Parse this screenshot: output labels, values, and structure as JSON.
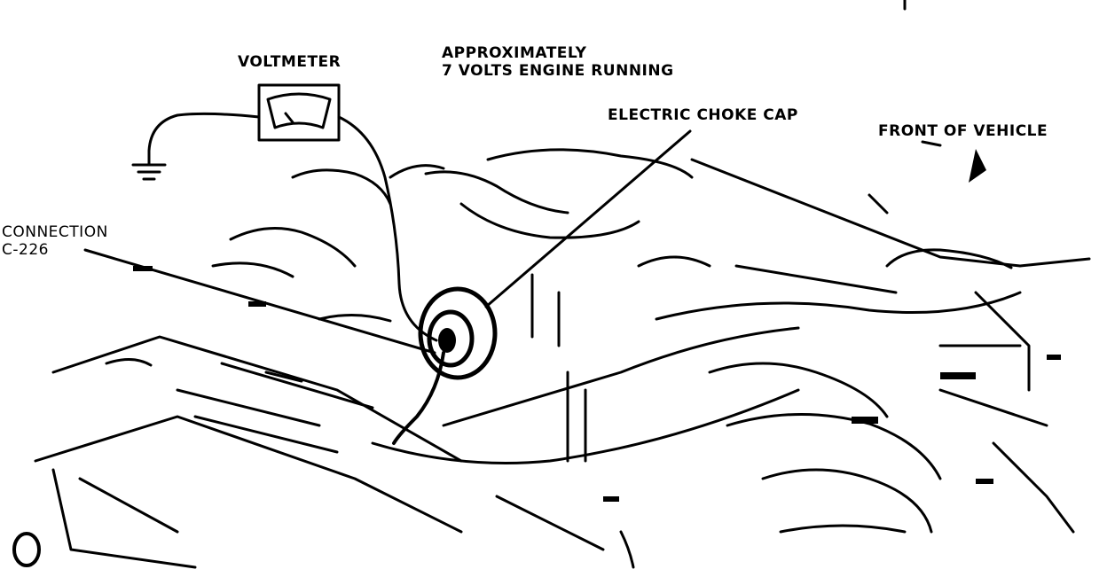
{
  "labels": {
    "voltmeter": "VOLTMETER",
    "approximately_line1": "APPROXIMATELY",
    "approximately_line2": "7 VOLTS ENGINE RUNNING",
    "electric_choke_cap": "ELECTRIC CHOKE CAP",
    "front_of_vehicle": "FRONT OF VEHICLE",
    "connection_line1": "CONNECTION",
    "connection_line2": "C-226"
  },
  "colors": {
    "ink": "#000000",
    "paper": "#ffffff"
  },
  "icons": [
    "voltmeter-icon",
    "ground-symbol-icon",
    "front-arrow-icon"
  ]
}
